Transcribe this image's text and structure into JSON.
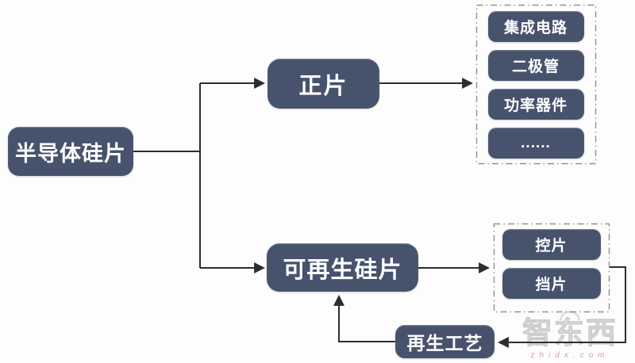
{
  "nodes": {
    "root": {
      "label": "半导体硅片"
    },
    "prime": {
      "label": "正片"
    },
    "reclaim": {
      "label": "可再生硅片"
    },
    "process": {
      "label": "再生工艺"
    }
  },
  "prime_outputs": {
    "items": [
      {
        "label": "集成电路"
      },
      {
        "label": "二极管"
      },
      {
        "label": "功率器件"
      },
      {
        "label": "......"
      }
    ]
  },
  "reclaim_outputs": {
    "items": [
      {
        "label": "控片"
      },
      {
        "label": "挡片"
      }
    ]
  },
  "watermark": {
    "logo": "智东西",
    "url": "zhidx.com"
  },
  "colors": {
    "node_fill": "#47536D",
    "node_text": "#FFFFFF",
    "connector": "#2D2D2D",
    "dashed_border": "#909090",
    "background": "#FDFDFD"
  }
}
